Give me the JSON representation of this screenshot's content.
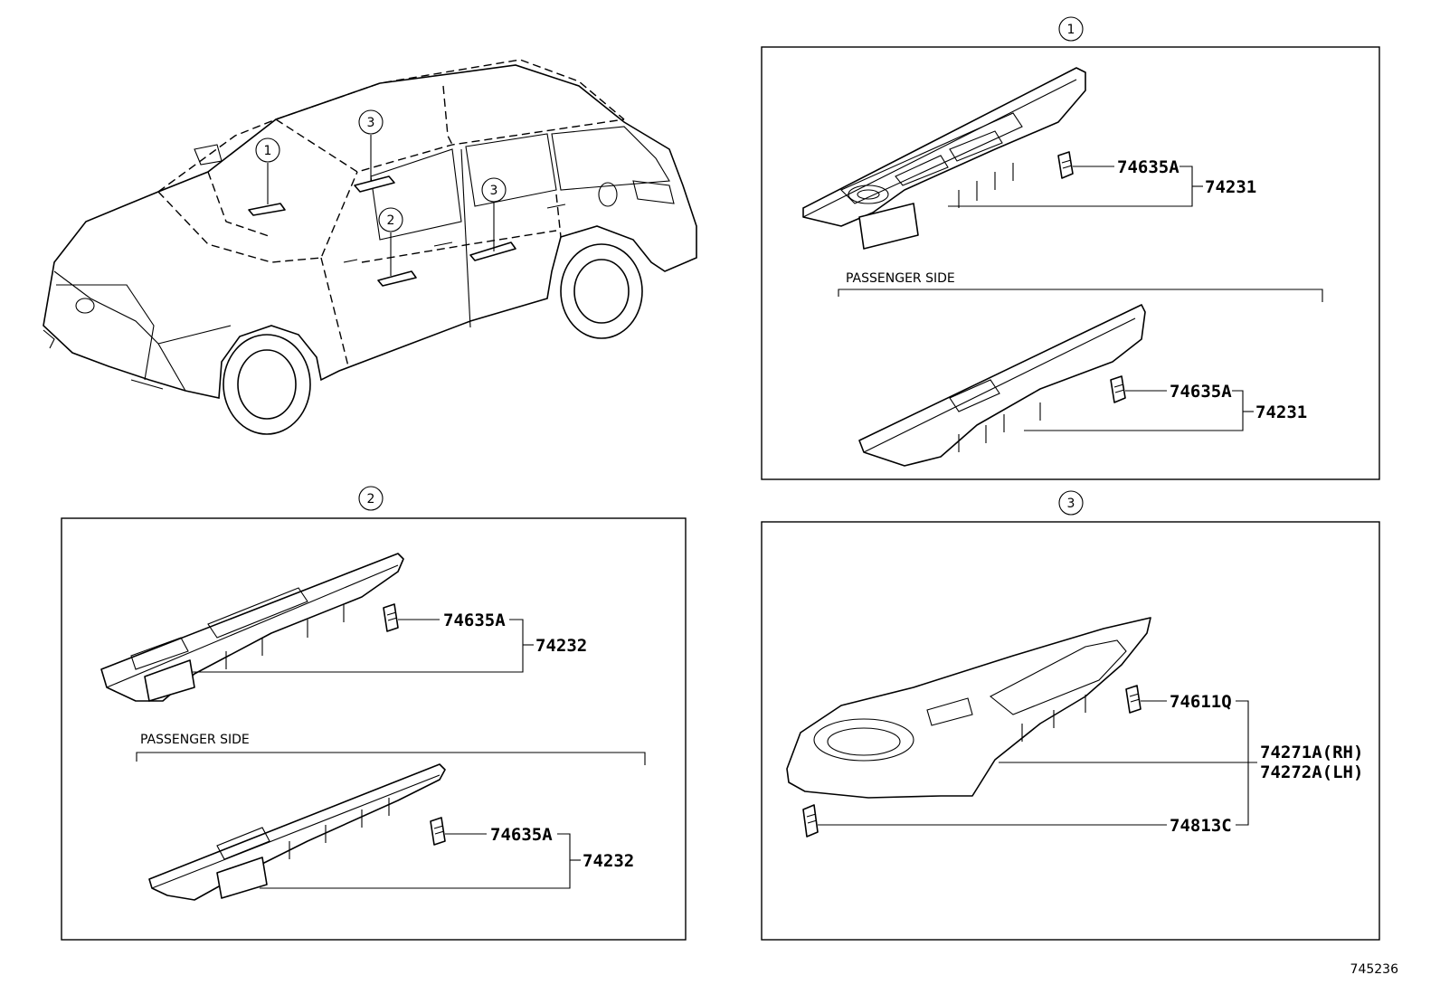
{
  "callouts": {
    "c1": "1",
    "c2": "2",
    "c3": "3"
  },
  "panel1": {
    "clip_number": "74635A",
    "switch_number": "74231",
    "passenger_label": "PASSENGER SIDE",
    "passenger_clip_number": "74635A",
    "passenger_switch_number": "74231"
  },
  "panel2": {
    "clip_number": "74635A",
    "switch_number": "74232",
    "passenger_label": "PASSENGER SIDE",
    "passenger_clip_number": "74635A",
    "passenger_switch_number": "74232"
  },
  "panel3": {
    "clip_number": "74611Q",
    "panel_number_rh": "74271A(RH)",
    "panel_number_lh": "74272A(LH)",
    "fastener_number": "74813C"
  },
  "figure_id": "745236"
}
